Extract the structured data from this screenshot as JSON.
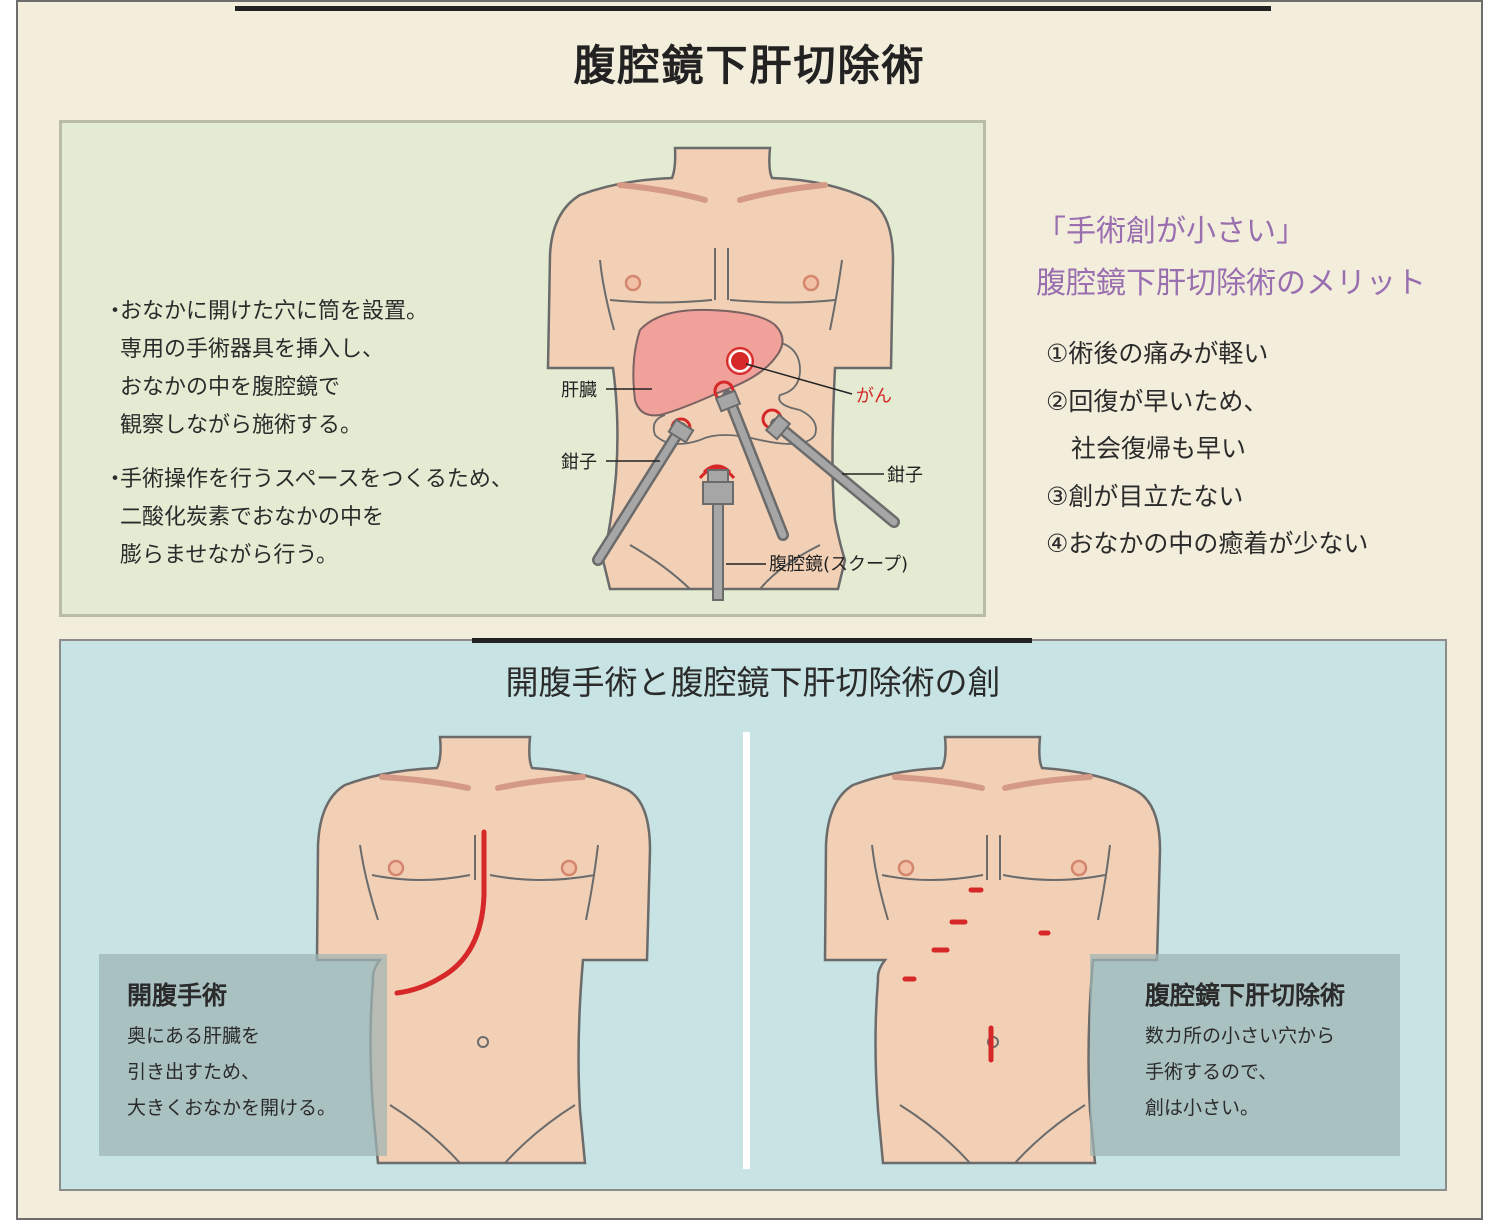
{
  "title": "腹腔鏡下肝切除術",
  "top_panel": {
    "bullets": [
      [
        "おなかに開けた穴に筒を設置。",
        "専用の手術器具を挿入し、",
        "おなかの中を腹腔鏡で",
        "観察しながら施術する。"
      ],
      [
        "手術操作を行うスペースをつくるため、",
        "二酸化炭素でおなかの中を",
        "膨らませながら行う。"
      ]
    ],
    "labels": {
      "liver": "肝臓",
      "cancer": "がん",
      "forceps_left": "鉗子",
      "forceps_right": "鉗子",
      "scope": "腹腔鏡(スクープ)"
    }
  },
  "merits": {
    "title_line1": "「手術創が小さい」",
    "title_line2": "腹腔鏡下肝切除術のメリット",
    "items": [
      "①術後の痛みが軽い",
      "②回復が早いため、",
      "　社会復帰も早い",
      "③創が目立たない",
      "④おなかの中の癒着が少ない"
    ]
  },
  "comparison": {
    "title": "開腹手術と腹腔鏡下肝切除術の創",
    "open_surgery": {
      "heading": "開腹手術",
      "lines": [
        "奥にある肝臓を",
        "引き出すため、",
        "大きくおなかを開ける。"
      ]
    },
    "laparoscopic": {
      "heading": "腹腔鏡下肝切除術",
      "lines": [
        "数カ所の小さい穴から",
        "手術するので、",
        "創は小さい。"
      ]
    }
  },
  "colors": {
    "background": "#f3eedc",
    "top_panel": "#e3ecd3",
    "bottom_panel": "#c7e3e3",
    "skin": "#f2d0b5",
    "liver": "#f0a19a",
    "incision": "#d62828",
    "merit_title": "#9a6fb0"
  }
}
